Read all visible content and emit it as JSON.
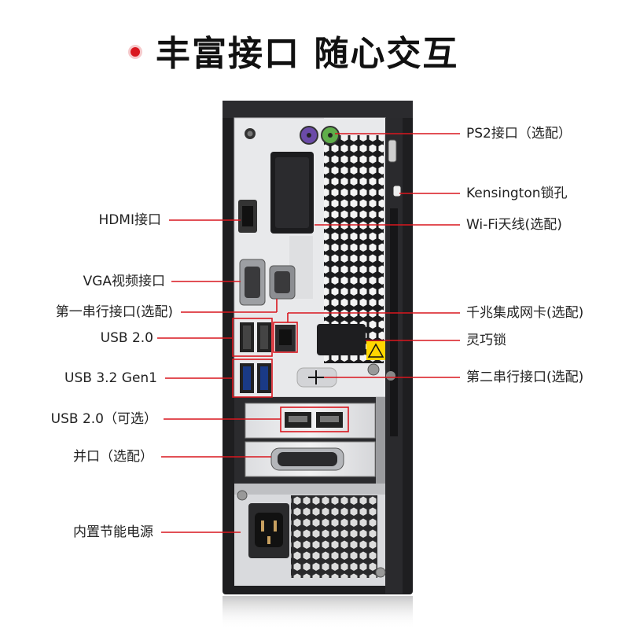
{
  "title": "丰富接口 随心交互",
  "colors": {
    "accent": "#d9161e",
    "chassis": "#1e1e20",
    "panel": "#e9eaec"
  },
  "labels_left": {
    "hdmi": "HDMI接口",
    "vga": "VGA视频接口",
    "serial1": "第一串行接口(选配)",
    "usb20": "USB 2.0",
    "usb32": "USB 3.2 Gen1",
    "usb20_opt": "USB 2.0（可选）",
    "parallel": "并口（选配）",
    "psu": "内置节能电源"
  },
  "labels_right": {
    "ps2": "PS2接口（选配）",
    "kensington": "Kensington锁孔",
    "wifi": "Wi-Fi天线(选配)",
    "lan": "千兆集成网卡(选配)",
    "lock": "灵巧锁",
    "serial2": "第二串行接口(选配)"
  }
}
